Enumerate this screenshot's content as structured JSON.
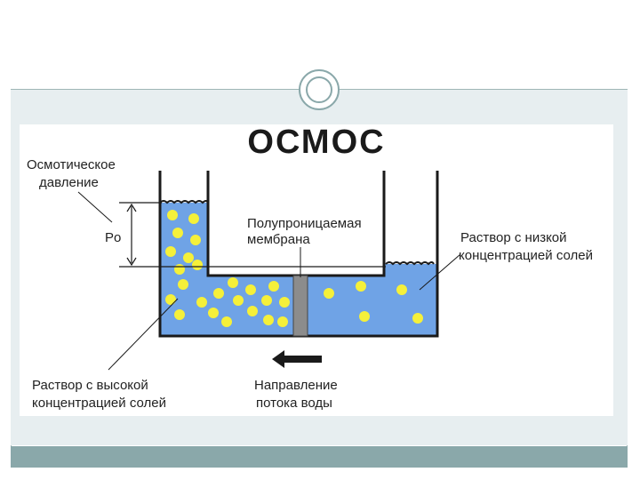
{
  "slide": {
    "title": "ОСМОС"
  },
  "labels": {
    "osmotic_pressure_line1": "Осмотическое",
    "osmotic_pressure_line2": "давление",
    "pressure_symbol": "Po",
    "membrane_line1": "Полупроницаемая",
    "membrane_line2": "мембрана",
    "low_conc_line1": "Раствор с низкой",
    "low_conc_line2": "концентрацией солей",
    "high_conc_line1": "Раствор с высокой",
    "high_conc_line2": "концентрацией солей",
    "flow_line1": "Направление",
    "flow_line2": "потока воды"
  },
  "colors": {
    "solution": "#6fa3e6",
    "particle": "#f5f03a",
    "membrane": "#8c8c8c",
    "frame_accent": "#8aa8aa"
  }
}
